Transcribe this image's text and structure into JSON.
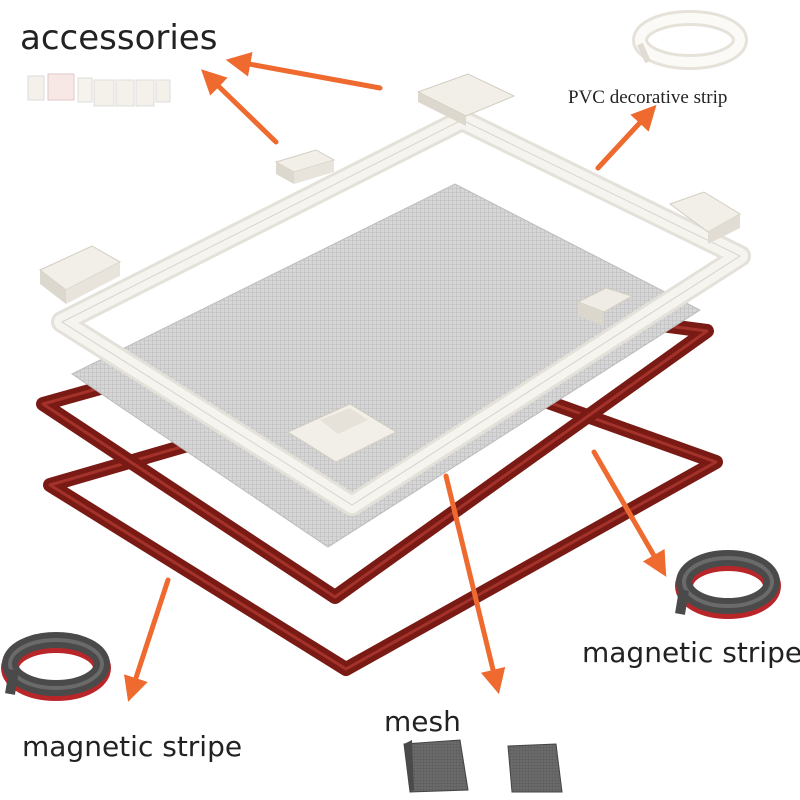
{
  "labels": {
    "accessories": "accessories",
    "pvc_strip": "PVC decorative strip",
    "magnetic_stripe_right": "magnetic stripe",
    "magnetic_stripe_left": "magnetic stripe",
    "mesh": "mesh"
  },
  "colors": {
    "arrow": "#ee6a2f",
    "magnetic_frame": "#7a1a14",
    "pvc_frame": "#f3f1ec",
    "mesh": "#cfcfcf",
    "tape_dark": "#4a4a4a",
    "tape_red": "#b8262a"
  }
}
